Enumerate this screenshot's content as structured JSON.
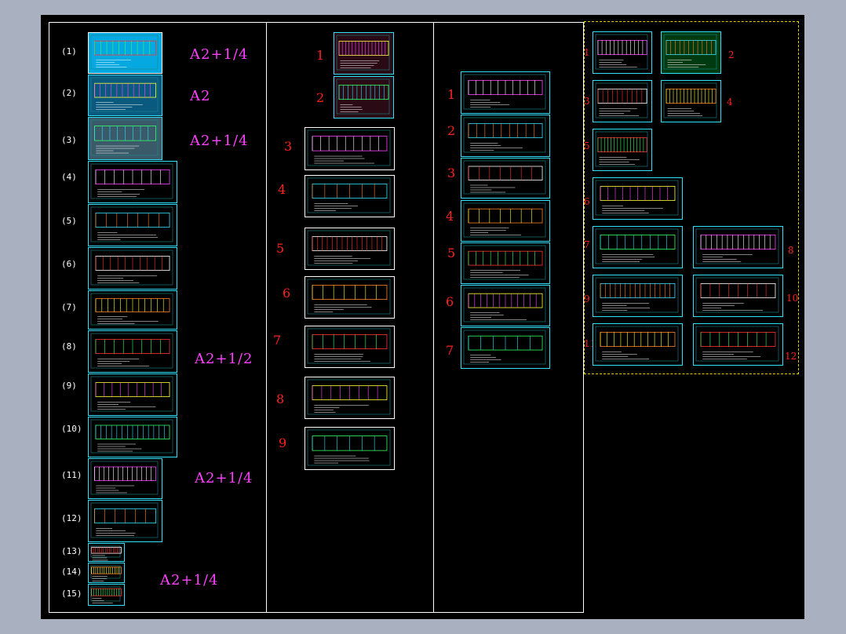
{
  "col1": {
    "labels": [
      "(1)",
      "(2)",
      "(3)",
      "(4)",
      "(5)",
      "(6)",
      "(7)",
      "(8)",
      "(9)",
      "(10)",
      "(11)",
      "(12)",
      "(13)",
      "(14)",
      "(15)"
    ],
    "sizes": [
      "A2+1/4",
      "A2",
      "A2+1/4",
      "A2+1/2",
      "A2+1/4",
      "A2+1/4"
    ]
  },
  "col2": {
    "labels": [
      "1",
      "2",
      "3",
      "4",
      "5",
      "6",
      "7",
      "8",
      "9"
    ]
  },
  "col3": {
    "labels": [
      "1",
      "2",
      "3",
      "4",
      "5",
      "6",
      "7"
    ]
  },
  "col4": {
    "labels": [
      "1",
      "2",
      "3",
      "4",
      "5",
      "6",
      "7",
      "8",
      "9",
      "10",
      "11",
      "12"
    ]
  },
  "colors": {
    "background": "#000000",
    "frame": "#30e0ff",
    "label": "#ff2020",
    "size": "#ff40ff",
    "dashed": "#e0d000"
  }
}
